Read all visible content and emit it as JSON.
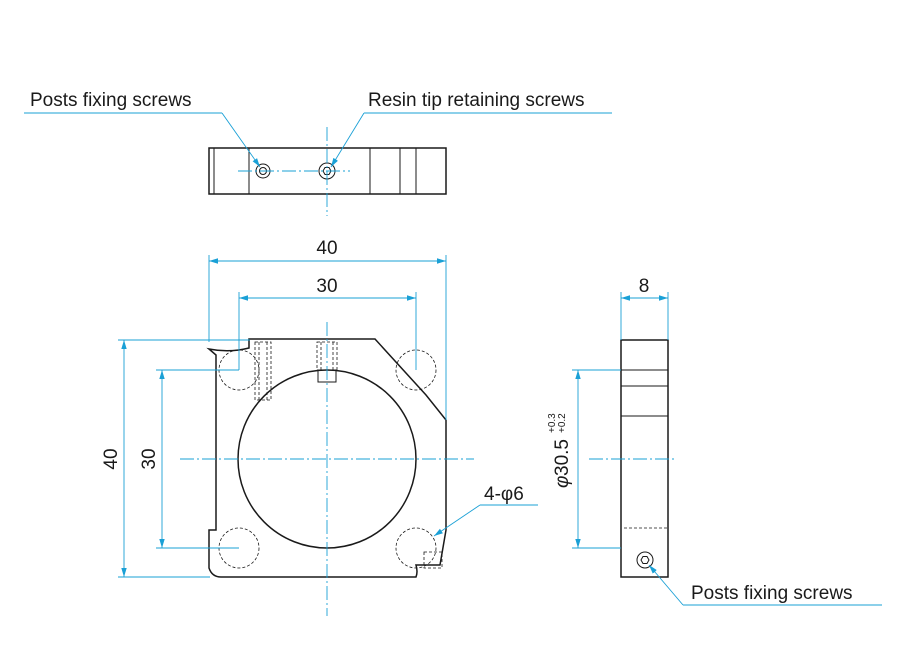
{
  "callouts": {
    "top_left": "Posts fixing screws",
    "top_right": "Resin tip retaining screws",
    "bottom_right": "Posts fixing screws",
    "holes": "4-φ6"
  },
  "dimensions": {
    "front_width_outer": "40",
    "front_width_inner": "30",
    "front_height_outer": "40",
    "front_height_inner": "30",
    "side_thickness": "8",
    "bore_prefix": "φ",
    "bore_value": "30.5",
    "bore_tol_upper": "+0.3",
    "bore_tol_lower": "+0.2"
  },
  "colors": {
    "dimension_line": "#1aa0d6",
    "outline": "#1a1a1a"
  }
}
